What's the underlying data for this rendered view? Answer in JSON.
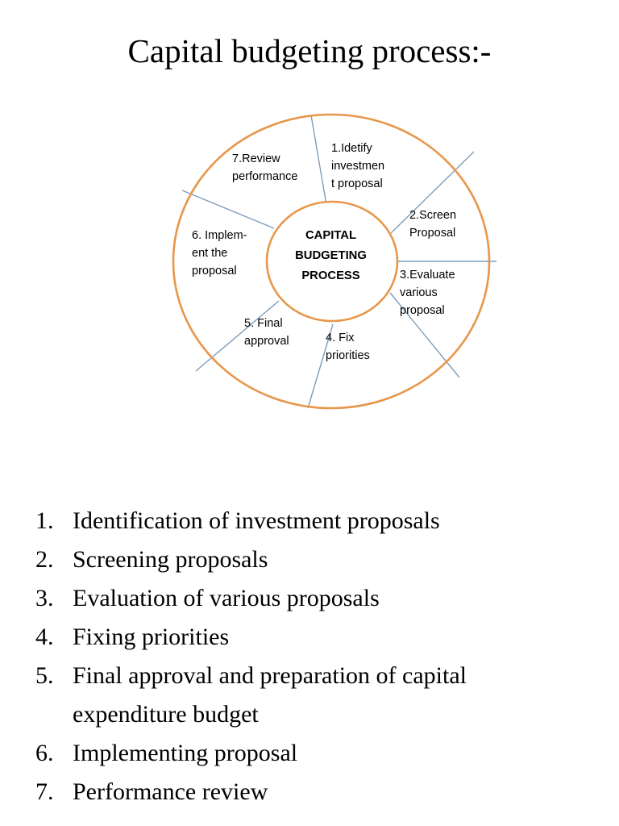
{
  "page": {
    "title": "Capital budgeting process:-",
    "background_color": "#ffffff"
  },
  "diagram": {
    "type": "cycle-wheel",
    "colors": {
      "circle_stroke": "#E8964A",
      "spoke_stroke": "#7F9DB9",
      "text": "#000000"
    },
    "center_label": "CAPITAL\nBUDGETING\nPROCESS",
    "segments": [
      {
        "number": "1",
        "label": "1.Idetify\ninvestmen\nt proposal"
      },
      {
        "number": "2",
        "label": "2.Screen\nProposal"
      },
      {
        "number": "3",
        "label": "3.Evaluate\nvarious\nproposal"
      },
      {
        "number": "4",
        "label": "4. Fix\npriorities"
      },
      {
        "number": "5",
        "label": "5. Final\napproval"
      },
      {
        "number": "6",
        "label": "6. Implem-\nent the\nproposal"
      },
      {
        "number": "7",
        "label": "7.Review\nperformance"
      }
    ]
  },
  "list": {
    "items": [
      {
        "marker": "1.",
        "text": "Identification of investment proposals"
      },
      {
        "marker": "2.",
        "text": "Screening proposals"
      },
      {
        "marker": "3.",
        "text": "Evaluation of various proposals"
      },
      {
        "marker": "4.",
        "text": "Fixing priorities"
      },
      {
        "marker": "5.",
        "text": "Final approval and preparation of capital expenditure budget"
      },
      {
        "marker": "6.",
        "text": "Implementing proposal"
      },
      {
        "marker": "7.",
        "text": "Performance review"
      }
    ]
  }
}
